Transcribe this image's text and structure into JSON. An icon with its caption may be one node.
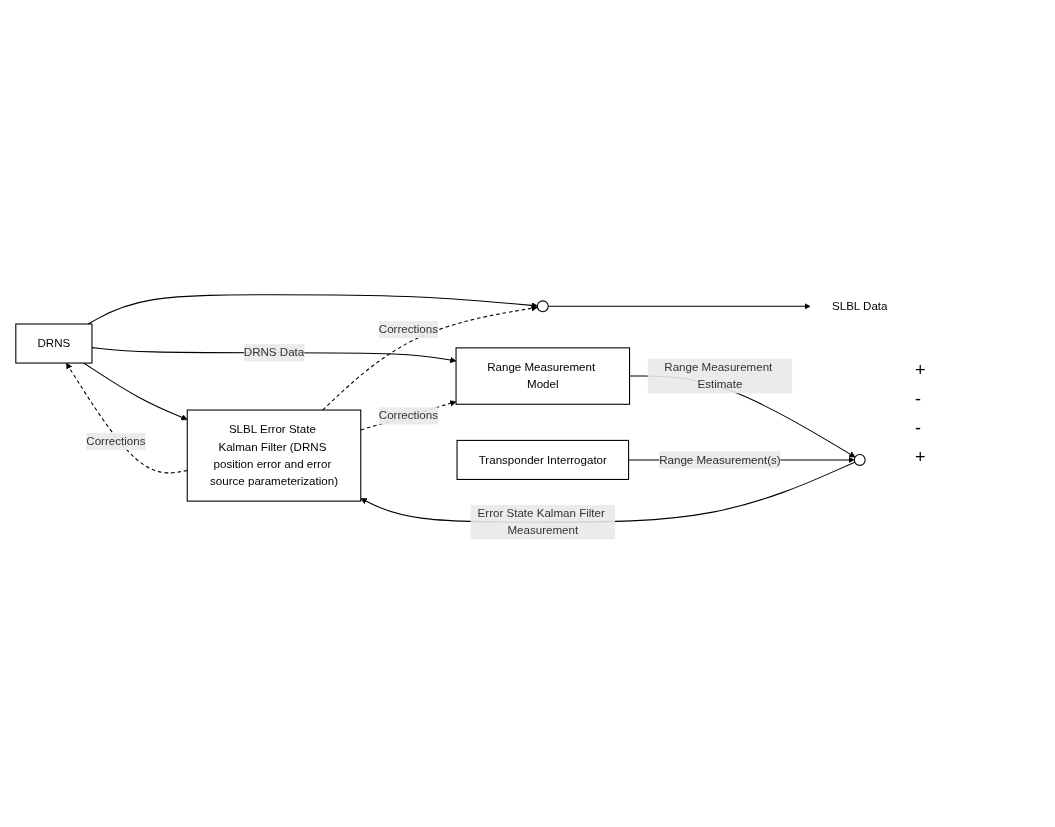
{
  "diagram": {
    "nodes": [
      {
        "text": [
          "DRNS"
        ]
      },
      {
        "text": [
          "SLBL Error State Kalman Filter (DRNS position error and error source parameterization)"
        ]
      },
      {
        "text": [],
        "shape": "circle"
      },
      {
        "text": [
          "Range Measurement Model"
        ]
      },
      {
        "text": [
          "Transponder Interrogator"
        ]
      },
      {
        "text": [],
        "shape": "circle"
      },
      {
        "text": [
          "SLBL Data"
        ]
      }
    ],
    "edges": [
      {
        "from": 1,
        "to": 0,
        "arrow": "to",
        "label": "Corrections",
        "style": "dashed"
      },
      {
        "from": 0,
        "to": 1,
        "arrow": "to"
      },
      {
        "from": 0,
        "to": 2,
        "arrow": "to"
      },
      {
        "from": 2,
        "to": 6,
        "arrow": "to"
      },
      {
        "from": 1,
        "to": 2,
        "arrow": "to",
        "label": "Corrections",
        "style": "dashed"
      },
      {
        "from": 0,
        "to": 3,
        "arrow": "to",
        "label": "DRNS Data"
      },
      {
        "from": 1,
        "to": 3,
        "arrow": "to",
        "label": "Corrections",
        "style": "dashed"
      },
      {
        "from": 3,
        "to": 5,
        "arrow": "to",
        "label": "Range Measurement Estimate"
      },
      {
        "from": 4,
        "to": 5,
        "arrow": "to",
        "label": "Range Measurement(s)"
      },
      {
        "from": 5,
        "to": 1,
        "arrow": "to",
        "label": "Error State Kalman Filter Measurement"
      }
    ],
    "labels": [
      "+",
      "-",
      "-",
      "+"
    ]
  }
}
